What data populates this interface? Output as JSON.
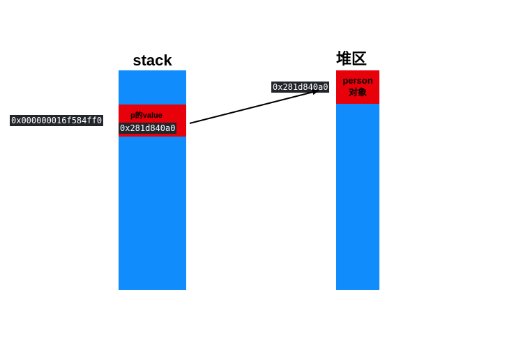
{
  "stack": {
    "title": "stack",
    "slot_label": "p的value",
    "slot_value": "0x281d840a0",
    "slot_address": "0x000000016f584ff0"
  },
  "heap": {
    "title": "堆区",
    "object_label_line1": "person",
    "object_label_line2": "对象",
    "object_address": "0x281d840a0"
  },
  "colors": {
    "memory_column": "#118cfd",
    "highlight_cell": "#e8000b",
    "address_tag_bg": "#22252b",
    "arrow": "#000000"
  }
}
